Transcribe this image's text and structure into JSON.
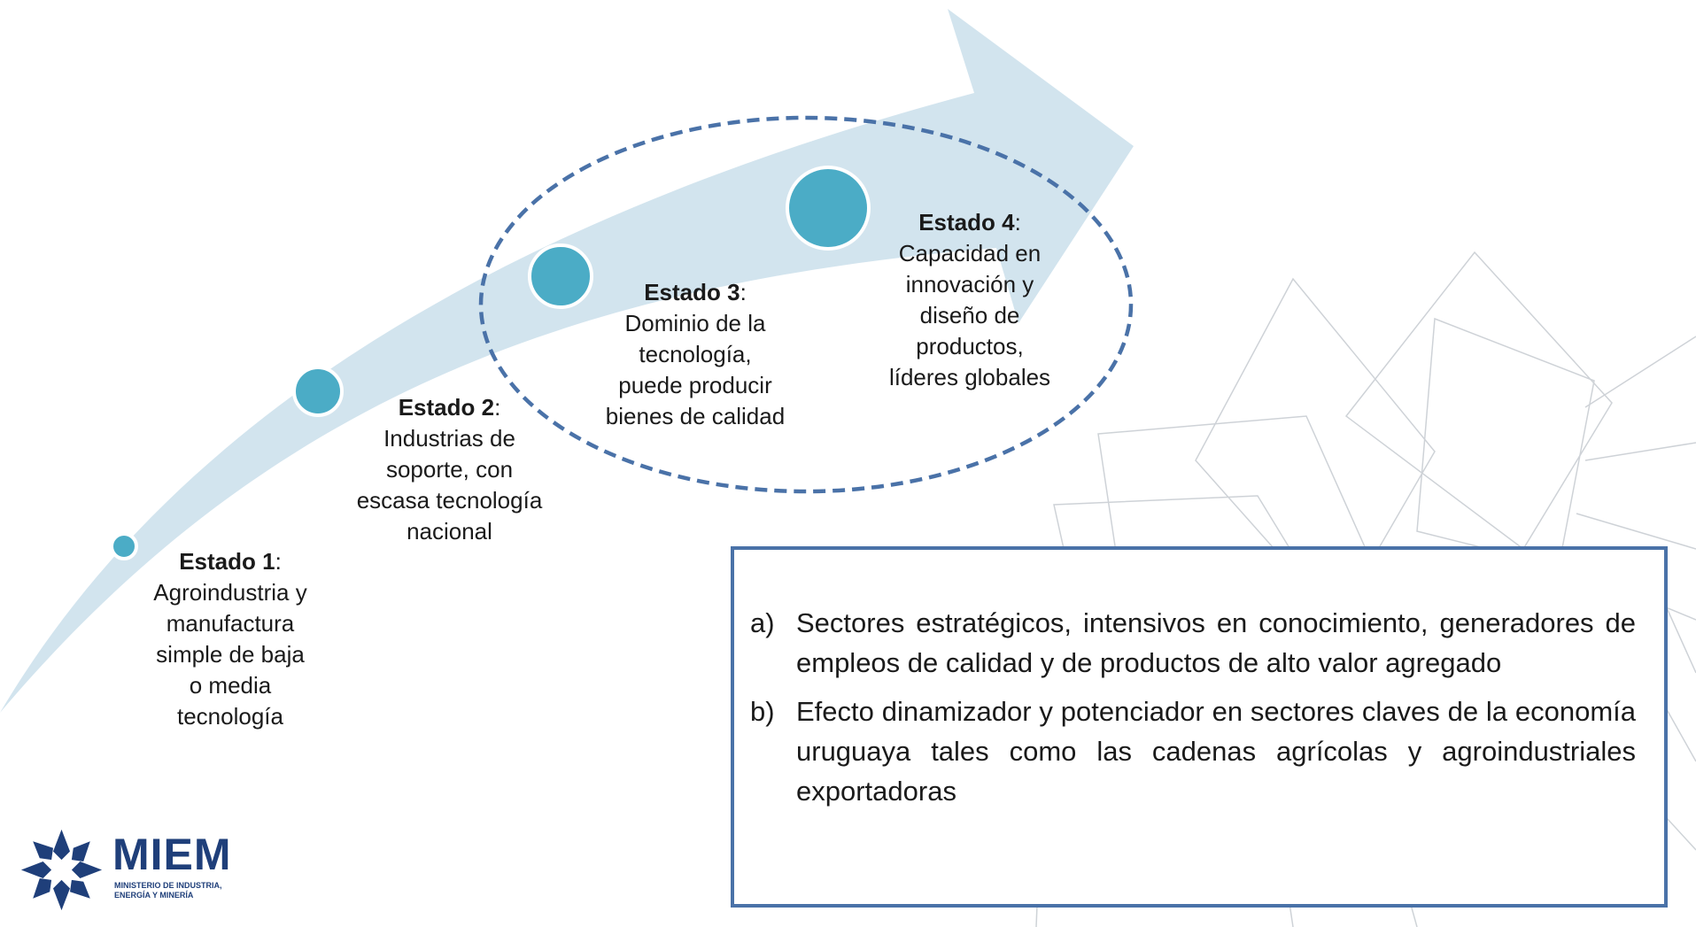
{
  "stages": [
    {
      "title": "Estado 1",
      "desc_lines": [
        "Agroindustria y",
        "manufactura",
        "simple de baja",
        "o media",
        "tecnología"
      ]
    },
    {
      "title": "Estado 2",
      "desc_lines": [
        "Industrias de",
        "soporte, con",
        "escasa tecnología",
        "nacional"
      ]
    },
    {
      "title": "Estado 3",
      "desc_lines": [
        "Dominio de la",
        "tecnología,",
        "puede producir",
        "bienes de calidad"
      ]
    },
    {
      "title": "Estado 4",
      "desc_lines": [
        "Capacidad en",
        "innovación y",
        "diseño de",
        "productos,",
        "líderes globales"
      ]
    }
  ],
  "stage_colon": ":",
  "info_box": {
    "items": [
      {
        "marker": "a)",
        "text": "Sectores estratégicos, intensivos en conocimiento, generadores de empleos de calidad y de productos de alto valor agregado"
      },
      {
        "marker": "b)",
        "text": "Efecto dinamizador y potenciador en sectores claves de la economía uruguaya tales como las cadenas agrícolas y agroindustriales exportadoras"
      }
    ]
  },
  "logo": {
    "name": "MIEM",
    "subtitle_lines": [
      "MINISTERIO DE INDUSTRIA,",
      "ENERGÍA Y MINERÍA"
    ]
  },
  "colors": {
    "arrow": "#d2e4ee",
    "node": "#4bacc6",
    "dashed_ellipse": "#4a72a8",
    "box_border": "#4a72a8",
    "logo": "#1f3f7a",
    "watermark": "#c9ced3"
  }
}
